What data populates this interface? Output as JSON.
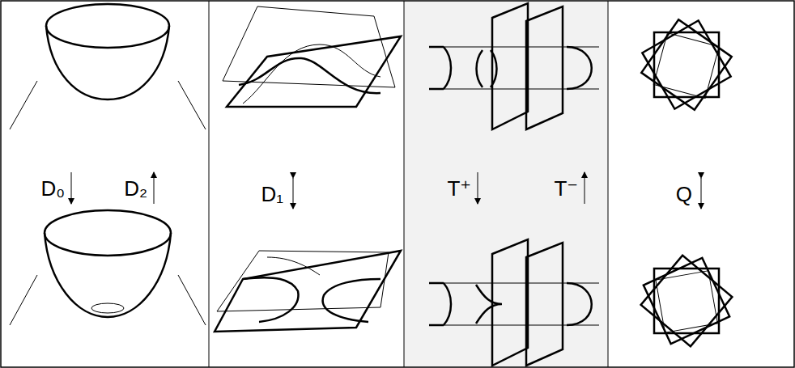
{
  "diagram": {
    "labels": [
      "D₀",
      "D₂",
      "D₁",
      "T⁺",
      "T⁻",
      "Q"
    ]
  }
}
